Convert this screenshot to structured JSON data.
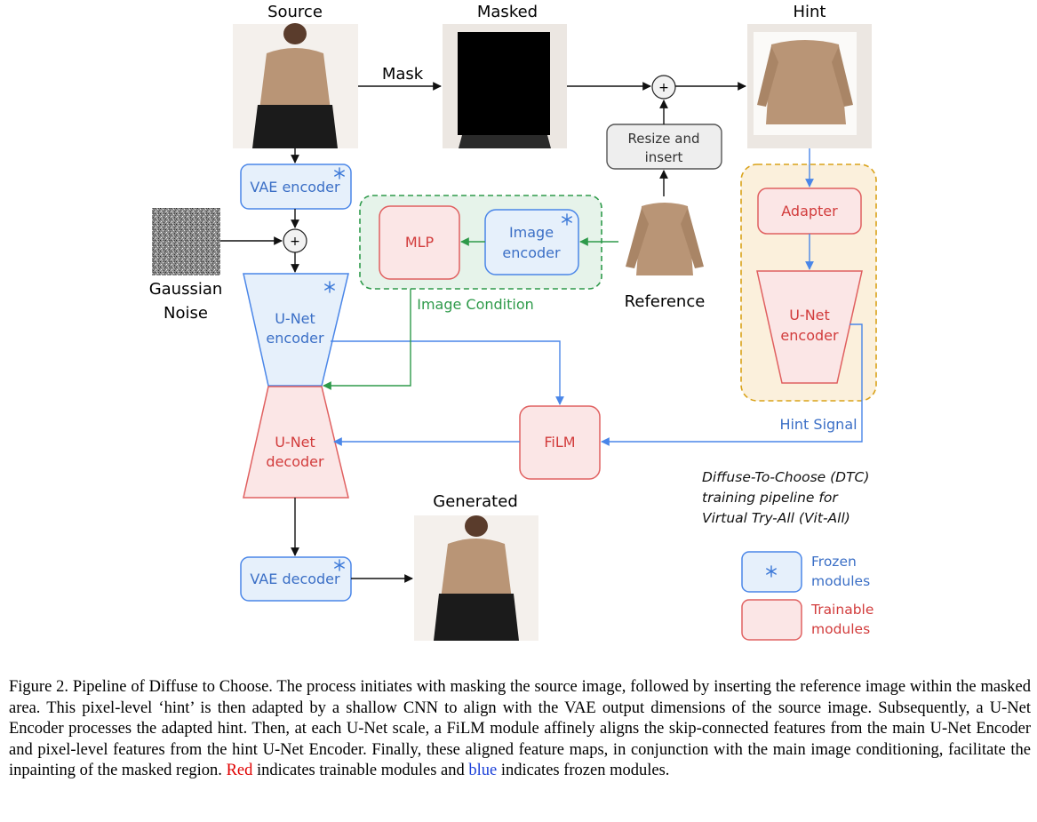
{
  "diagram": {
    "images": {
      "source": "Source",
      "masked": "Masked",
      "hint": "Hint",
      "generated": "Generated",
      "reference": "Reference",
      "noise_line1": "Gaussian",
      "noise_line2": "Noise"
    },
    "edges": {
      "mask": "Mask",
      "image_condition": "Image Condition",
      "hint_signal": "Hint Signal",
      "plus": "+"
    },
    "modules": {
      "vae_encoder": "VAE encoder",
      "vae_decoder": "VAE decoder",
      "resize_line1": "Resize and",
      "resize_line2": "insert",
      "mlp": "MLP",
      "image_encoder_line1": "Image",
      "image_encoder_line2": "encoder",
      "unet_enc_line1": "U-Net",
      "unet_enc_line2": "encoder",
      "unet_dec_line1": "U-Net",
      "unet_dec_line2": "decoder",
      "adapter": "Adapter",
      "hint_unet_line1": "U-Net",
      "hint_unet_line2": "encoder",
      "film": "FiLM"
    },
    "title_note": {
      "line1": "Diffuse-To-Choose (DTC)",
      "line2": "training pipeline for",
      "line3": "Virtual Try-All (Vit-All)"
    },
    "legend": {
      "frozen_line1": "Frozen",
      "frozen_line2": "modules",
      "trainable_line1": "Trainable",
      "trainable_line2": "modules"
    },
    "colors": {
      "frozen_fill": "#e6f0fb",
      "frozen_stroke": "#4a86e8",
      "trainable_fill": "#fbe6e6",
      "trainable_stroke": "#e06060",
      "condition_green": "#2e9a4a",
      "hint_box_fill": "#fbf0dc",
      "hint_box_stroke": "#d9a21a"
    }
  },
  "caption": {
    "main": "Figure 2. Pipeline of Diffuse to Choose. The process initiates with masking the source image, followed by inserting the reference image within the masked area. This pixel-level ‘hint’ is then adapted by a shallow CNN to align with the VAE output dimensions of the source image. Subsequently, a U-Net Encoder processes the adapted hint. Then, at each U-Net scale, a FiLM module affinely aligns the skip-connected features from the main U-Net Encoder and pixel-level features from the hint U-Net Encoder. Finally, these aligned feature maps, in conjunction with the main image conditioning, facilitate the inpainting of the masked region.",
    "red_word": "Red",
    "middle": "indicates trainable modules and",
    "blue_word": "blue",
    "end": "indicates frozen modules."
  }
}
